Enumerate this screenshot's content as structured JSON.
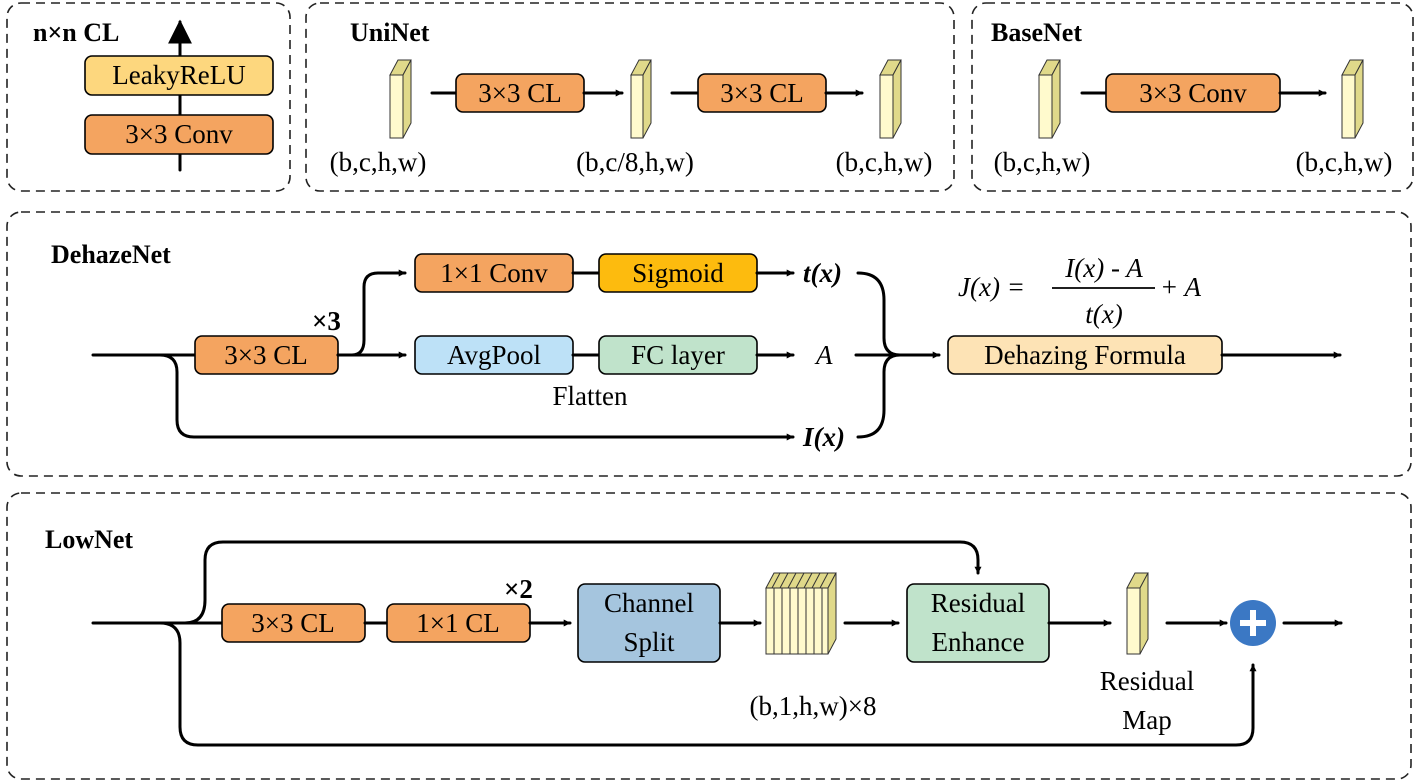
{
  "colors": {
    "conv_block": "#f4a460",
    "activation": "#fdd77e",
    "sigmoid": "#fdbb0e",
    "avgpool": "#bde1f7",
    "fc_layer": "#c0e3cb",
    "dehazing_formula": "#fde3b5",
    "channel_split": "#a5c5de",
    "residual_enhance": "#c0e3cb",
    "plus_node": "#3b78c4",
    "feature_map": "#fffacd"
  },
  "nxn_cl": {
    "title": "n×n CL",
    "activation": "LeakyReLU",
    "conv": "3×3 Conv"
  },
  "uninet": {
    "title": "UniNet",
    "block1": "3×3 CL",
    "block2": "3×3 CL",
    "shape_in": "(b,c,h,w)",
    "shape_mid": "(b,c/8,h,w)",
    "shape_out": "(b,c,h,w)"
  },
  "basenet": {
    "title": "BaseNet",
    "conv": "3×3 Conv",
    "shape_in": "(b,c,h,w)",
    "shape_out": "(b,c,h,w)"
  },
  "dehazenet": {
    "title": "DehazeNet",
    "cl": "3×3 CL",
    "repeat": "×3",
    "conv1x1": "1×1 Conv",
    "sigmoid": "Sigmoid",
    "avgpool": "AvgPool",
    "fc": "FC layer",
    "flatten": "Flatten",
    "t": "t(x)",
    "a": "A",
    "i": "I(x)",
    "formula_block": "Dehazing Formula",
    "formula": {
      "lhs": "J(x) =",
      "numerator": "I(x) - A",
      "denominator": "t(x)",
      "rhs": "+ A"
    }
  },
  "lownet": {
    "title": "LowNet",
    "cl3": "3×3 CL",
    "cl1": "1×1 CL",
    "repeat": "×2",
    "split_line1": "Channel",
    "split_line2": "Split",
    "enhance_line1": "Residual",
    "enhance_line2": "Enhance",
    "stack_label": "(b,1,h,w)×8",
    "residual_line1": "Residual",
    "residual_line2": "Map"
  }
}
